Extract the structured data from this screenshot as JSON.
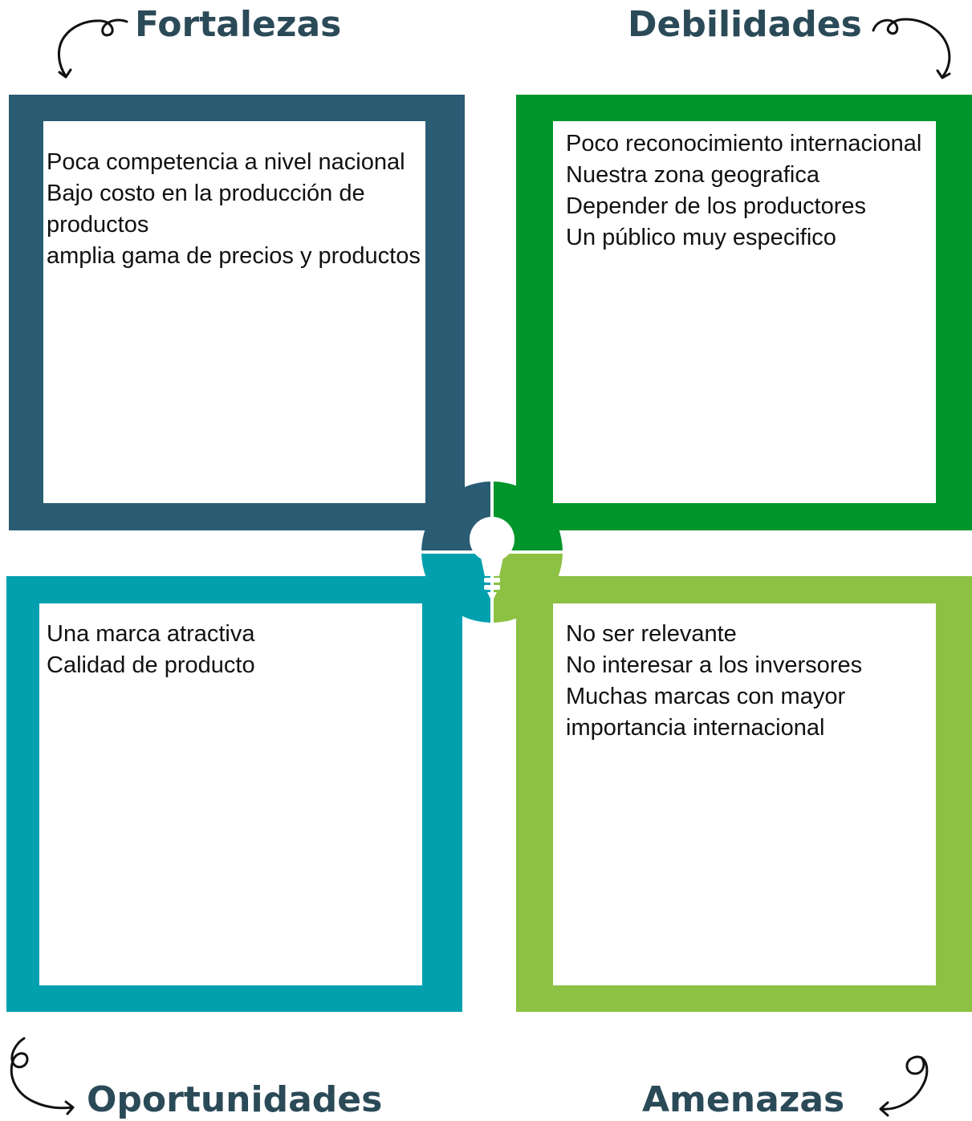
{
  "colors": {
    "fortalezas": "#2a5c73",
    "debilidades": "#00962b",
    "oportunidades": "#00a0ae",
    "amenazas": "#8cc143",
    "heading": "#2b4a58"
  },
  "fortalezas": {
    "title": "Fortalezas",
    "items": [
      "Poca competencia a nivel nacional",
      "Bajo costo en la producción de",
      "productos",
      "amplia gama de precios y productos"
    ]
  },
  "debilidades": {
    "title": "Debilidades",
    "items": [
      "Poco reconocimiento internacional",
      "Nuestra zona geografica",
      "Depender de los productores",
      "Un público muy especifico"
    ]
  },
  "oportunidades": {
    "title": "Oportunidades",
    "items": [
      "Una marca atractiva",
      "Calidad de producto"
    ]
  },
  "amenazas": {
    "title": "Amenazas",
    "items": [
      "No ser relevante",
      "No interesar a los inversores",
      "Muchas marcas con mayor",
      "importancia internacional"
    ]
  },
  "center_icon": "lightbulb-icon"
}
